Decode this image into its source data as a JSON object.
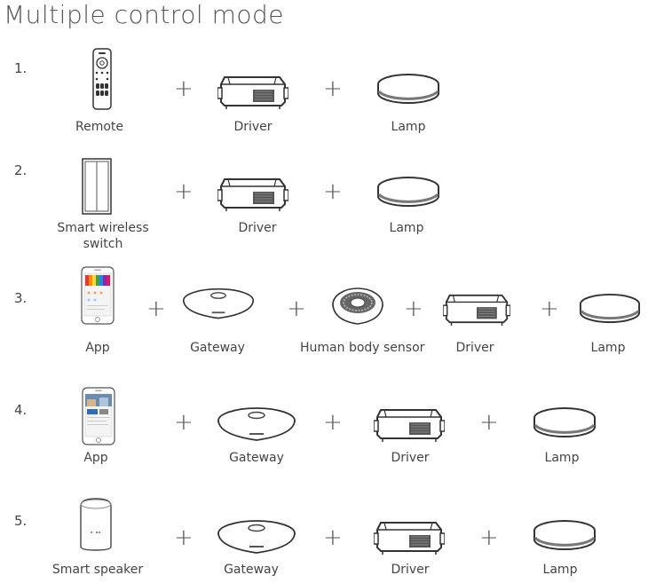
{
  "title": "Multiple control mode",
  "plus_symbol": "+",
  "rows": [
    {
      "number": "1.",
      "items": [
        {
          "icon": "remote-icon",
          "label": "Remote"
        },
        {
          "icon": "driver-icon",
          "label": "Driver"
        },
        {
          "icon": "lamp-icon",
          "label": "Lamp"
        }
      ]
    },
    {
      "number": "2.",
      "items": [
        {
          "icon": "smart-wireless-switch-icon",
          "label_line1": "Smart wireless",
          "label_line2": "switch"
        },
        {
          "icon": "driver-icon",
          "label": "Driver"
        },
        {
          "icon": "lamp-icon",
          "label": "Lamp"
        }
      ]
    },
    {
      "number": "3.",
      "items": [
        {
          "icon": "app-phone-icon",
          "label": "App"
        },
        {
          "icon": "gateway-icon",
          "label": "Gateway"
        },
        {
          "icon": "human-body-sensor-icon",
          "label": "Human body sensor"
        },
        {
          "icon": "driver-icon",
          "label": "Driver"
        },
        {
          "icon": "lamp-icon",
          "label": "Lamp"
        }
      ]
    },
    {
      "number": "4.",
      "items": [
        {
          "icon": "app-phone-icon",
          "label": "App"
        },
        {
          "icon": "gateway-icon",
          "label": "Gateway"
        },
        {
          "icon": "driver-icon",
          "label": "Driver"
        },
        {
          "icon": "lamp-icon",
          "label": "Lamp"
        }
      ]
    },
    {
      "number": "5.",
      "items": [
        {
          "icon": "smart-speaker-icon",
          "label": "Smart speaker"
        },
        {
          "icon": "gateway-icon",
          "label": "Gateway"
        },
        {
          "icon": "driver-icon",
          "label": "Driver"
        },
        {
          "icon": "lamp-icon",
          "label": "Lamp"
        }
      ]
    }
  ]
}
